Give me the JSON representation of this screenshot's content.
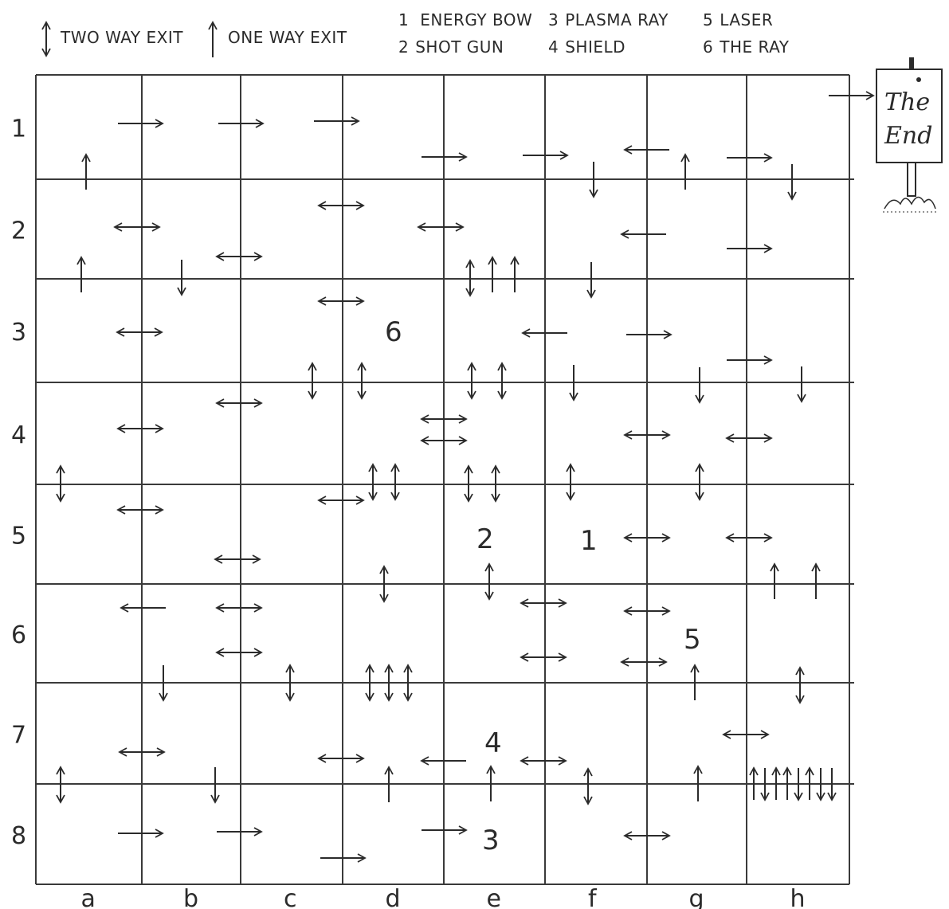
{
  "legend": {
    "two_way": "TWO WAY EXIT",
    "one_way": "ONE WAY EXIT",
    "weapons": [
      {
        "num": "1",
        "name": "ENERGY BOW"
      },
      {
        "num": "2",
        "name": "SHOT GUN"
      },
      {
        "num": "3",
        "name": "PLASMA RAY"
      },
      {
        "num": "4",
        "name": "SHIELD"
      },
      {
        "num": "5",
        "name": "LASER"
      },
      {
        "num": "6",
        "name": "THE RAY"
      }
    ]
  },
  "grid": {
    "rows": [
      "1",
      "2",
      "3",
      "4",
      "5",
      "6",
      "7",
      "8"
    ],
    "cols": [
      "a",
      "b",
      "c",
      "d",
      "e",
      "f",
      "g",
      "h"
    ]
  },
  "end_sign": {
    "line1": "The",
    "line2": "End"
  },
  "room_items": [
    {
      "label": "6",
      "room": "d3"
    },
    {
      "label": "2",
      "room": "e5"
    },
    {
      "label": "1",
      "room": "f5"
    },
    {
      "label": "5",
      "room": "g6"
    },
    {
      "label": "4",
      "room": "e7"
    },
    {
      "label": "3",
      "room": "e8"
    }
  ],
  "exits": [
    {
      "type": "right",
      "room": "a1",
      "pos": "east"
    },
    {
      "type": "right",
      "room": "b1",
      "pos": "east"
    },
    {
      "type": "right",
      "room": "c1",
      "pos": "east"
    },
    {
      "type": "up",
      "room": "a1",
      "pos": "south"
    },
    {
      "type": "right",
      "room": "d1",
      "pos": "east-low"
    },
    {
      "type": "right",
      "room": "e1",
      "pos": "east-low"
    },
    {
      "type": "down",
      "room": "f1",
      "pos": "south"
    },
    {
      "type": "left",
      "room": "f1",
      "pos": "east-low"
    },
    {
      "type": "up",
      "room": "g1",
      "pos": "south"
    },
    {
      "type": "right",
      "room": "g1",
      "pos": "east-low"
    },
    {
      "type": "down",
      "room": "h1",
      "pos": "south"
    },
    {
      "type": "right",
      "room": "h1",
      "pos": "to-end"
    },
    {
      "type": "horizontal",
      "room": "a2",
      "pos": "east"
    },
    {
      "type": "horizontal",
      "room": "c2",
      "pos": "east-high"
    },
    {
      "type": "horizontal",
      "room": "d2",
      "pos": "east"
    },
    {
      "type": "horizontal",
      "room": "b2",
      "pos": "east-low"
    },
    {
      "type": "up",
      "room": "a2",
      "pos": "south"
    },
    {
      "type": "down",
      "room": "b2",
      "pos": "south"
    },
    {
      "type": "left",
      "room": "f2",
      "pos": "east"
    },
    {
      "type": "right",
      "room": "g2",
      "pos": "east-low"
    },
    {
      "type": "vertical",
      "room": "e2",
      "pos": "south"
    },
    {
      "type": "up",
      "room": "e2",
      "pos": "south"
    },
    {
      "type": "up",
      "room": "e2",
      "pos": "south"
    },
    {
      "type": "down",
      "room": "f2",
      "pos": "south"
    },
    {
      "type": "horizontal",
      "room": "c3",
      "pos": "east-high"
    },
    {
      "type": "horizontal",
      "room": "a3",
      "pos": "east"
    },
    {
      "type": "left",
      "room": "e3",
      "pos": "east"
    },
    {
      "type": "right",
      "room": "f3",
      "pos": "east"
    },
    {
      "type": "right",
      "room": "g3",
      "pos": "east-low"
    },
    {
      "type": "vertical",
      "room": "c3",
      "pos": "south"
    },
    {
      "type": "vertical",
      "room": "d3",
      "pos": "south"
    },
    {
      "type": "vertical",
      "room": "e3",
      "pos": "south"
    },
    {
      "type": "vertical",
      "room": "e3",
      "pos": "south"
    },
    {
      "type": "down",
      "room": "f3",
      "pos": "south"
    },
    {
      "type": "down",
      "room": "g3",
      "pos": "south"
    },
    {
      "type": "down",
      "room": "h3",
      "pos": "south"
    },
    {
      "type": "horizontal",
      "room": "b4",
      "pos": "east-high"
    },
    {
      "type": "horizontal",
      "room": "a4",
      "pos": "east"
    },
    {
      "type": "horizontal",
      "room": "d4",
      "pos": "east"
    },
    {
      "type": "horizontal",
      "room": "d4",
      "pos": "east"
    },
    {
      "type": "horizontal",
      "room": "f4",
      "pos": "east"
    },
    {
      "type": "horizontal",
      "room": "g4",
      "pos": "east"
    },
    {
      "type": "vertical",
      "room": "a4",
      "pos": "south"
    },
    {
      "type": "vertical",
      "room": "d4",
      "pos": "south"
    },
    {
      "type": "vertical",
      "room": "d4",
      "pos": "south"
    },
    {
      "type": "vertical",
      "room": "e4",
      "pos": "south"
    },
    {
      "type": "vertical",
      "room": "e4",
      "pos": "south"
    },
    {
      "type": "vertical",
      "room": "f4",
      "pos": "south"
    },
    {
      "type": "vertical",
      "room": "g4",
      "pos": "south"
    },
    {
      "type": "horizontal",
      "room": "c5",
      "pos": "east-high"
    },
    {
      "type": "horizontal",
      "room": "a5",
      "pos": "east-high"
    },
    {
      "type": "horizontal",
      "room": "f5",
      "pos": "east"
    },
    {
      "type": "horizontal",
      "room": "g5",
      "pos": "east"
    },
    {
      "type": "horizontal",
      "room": "b5",
      "pos": "east-low"
    },
    {
      "type": "vertical",
      "room": "d5",
      "pos": "south"
    },
    {
      "type": "vertical",
      "room": "e5",
      "pos": "south"
    },
    {
      "type": "up",
      "room": "h5",
      "pos": "south"
    },
    {
      "type": "up",
      "room": "h5",
      "pos": "south"
    },
    {
      "type": "left",
      "room": "b6",
      "pos": "high"
    },
    {
      "type": "horizontal",
      "room": "b6",
      "pos": "east-high"
    },
    {
      "type": "horizontal",
      "room": "e6",
      "pos": "east-high"
    },
    {
      "type": "horizontal",
      "room": "f6",
      "pos": "east-high"
    },
    {
      "type": "horizontal",
      "room": "b6",
      "pos": "east-low"
    },
    {
      "type": "horizontal",
      "room": "e6",
      "pos": "east-low"
    },
    {
      "type": "horizontal",
      "room": "f6",
      "pos": "east-low"
    },
    {
      "type": "down",
      "room": "b6",
      "pos": "south"
    },
    {
      "type": "vertical",
      "room": "c6",
      "pos": "south"
    },
    {
      "type": "vertical",
      "room": "d6",
      "pos": "south"
    },
    {
      "type": "vertical",
      "room": "d6",
      "pos": "south"
    },
    {
      "type": "vertical",
      "room": "d6",
      "pos": "south"
    },
    {
      "type": "up",
      "room": "g6",
      "pos": "south"
    },
    {
      "type": "vertical",
      "room": "h6",
      "pos": "south"
    },
    {
      "type": "horizontal",
      "room": "a7",
      "pos": "east"
    },
    {
      "type": "horizontal",
      "room": "c7",
      "pos": "east"
    },
    {
      "type": "left",
      "room": "d7",
      "pos": "east"
    },
    {
      "type": "horizontal",
      "room": "e7",
      "pos": "east"
    },
    {
      "type": "horizontal",
      "room": "g7",
      "pos": "east"
    },
    {
      "type": "vertical",
      "room": "a7",
      "pos": "south"
    },
    {
      "type": "down",
      "room": "b7",
      "pos": "south"
    },
    {
      "type": "up",
      "room": "d7",
      "pos": "south"
    },
    {
      "type": "up",
      "room": "e7",
      "pos": "south"
    },
    {
      "type": "vertical",
      "room": "f7",
      "pos": "south"
    },
    {
      "type": "up",
      "room": "g7",
      "pos": "south"
    },
    {
      "type": "mixed-row",
      "room": "h7",
      "pos": "south"
    },
    {
      "type": "right",
      "room": "a8",
      "pos": "east"
    },
    {
      "type": "right",
      "room": "b8",
      "pos": "east"
    },
    {
      "type": "right",
      "room": "c8",
      "pos": "east-low"
    },
    {
      "type": "right",
      "room": "d8",
      "pos": "east"
    },
    {
      "type": "horizontal",
      "room": "f8",
      "pos": "east"
    }
  ]
}
